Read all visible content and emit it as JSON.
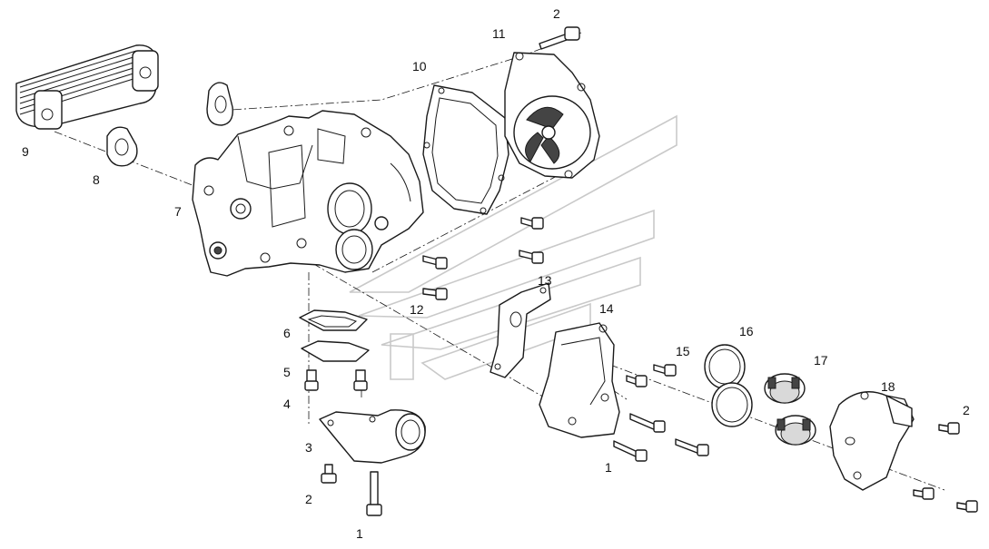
{
  "callouts": [
    {
      "id": "c1a",
      "text": "1"
    },
    {
      "id": "c1b",
      "text": "1"
    },
    {
      "id": "c2a",
      "text": "2"
    },
    {
      "id": "c2b",
      "text": "2"
    },
    {
      "id": "c2c",
      "text": "2"
    },
    {
      "id": "c3",
      "text": "3"
    },
    {
      "id": "c4",
      "text": "4"
    },
    {
      "id": "c5",
      "text": "5"
    },
    {
      "id": "c6",
      "text": "6"
    },
    {
      "id": "c7",
      "text": "7"
    },
    {
      "id": "c8",
      "text": "8"
    },
    {
      "id": "c9",
      "text": "9"
    },
    {
      "id": "c10",
      "text": "10"
    },
    {
      "id": "c11",
      "text": "11"
    },
    {
      "id": "c12",
      "text": "12"
    },
    {
      "id": "c13",
      "text": "13"
    },
    {
      "id": "c14",
      "text": "14"
    },
    {
      "id": "c15",
      "text": "15"
    },
    {
      "id": "c16",
      "text": "16"
    },
    {
      "id": "c17",
      "text": "17"
    },
    {
      "id": "c18",
      "text": "18"
    }
  ],
  "colors": {
    "line": "#1a1a1a",
    "background": "#ffffff",
    "watermark": "#c9c9c9"
  }
}
